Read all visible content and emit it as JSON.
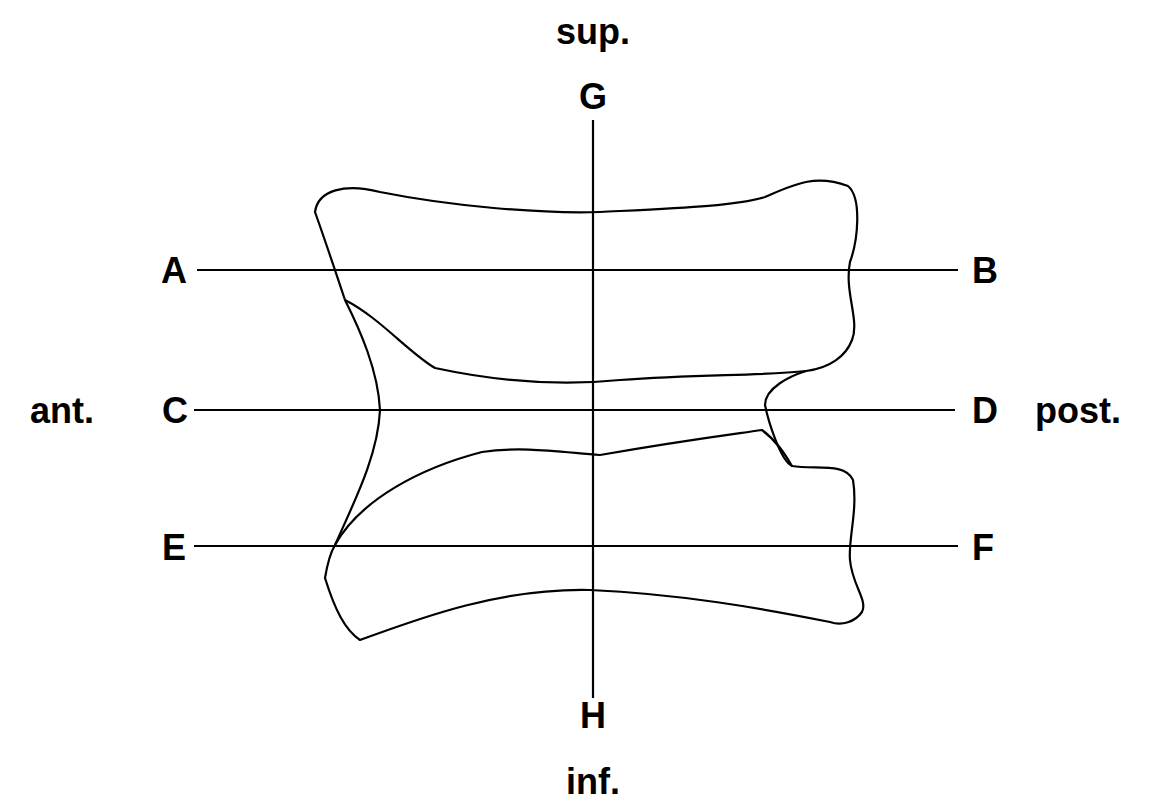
{
  "diagram": {
    "labels": [
      "sup.",
      "G",
      "A",
      "B",
      "ant.",
      "C",
      "D",
      "post.",
      "E",
      "F",
      "H",
      "inf."
    ]
  }
}
